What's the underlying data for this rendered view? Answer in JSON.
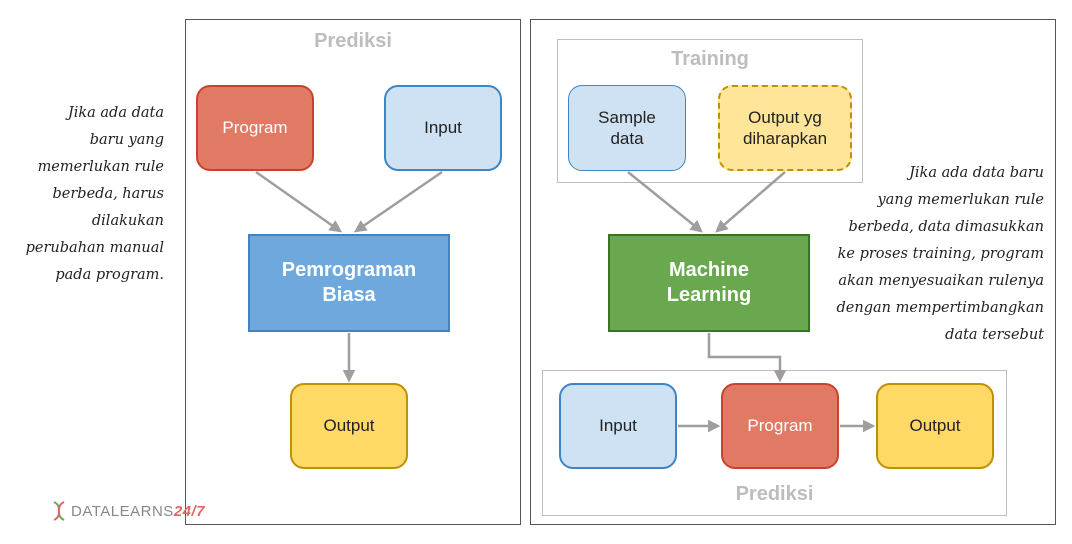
{
  "left_panel": {
    "title": "Prediksi",
    "program": "Program",
    "input": "Input",
    "center": [
      "Pemrograman",
      "Biasa"
    ],
    "output": "Output"
  },
  "right_panel": {
    "training": {
      "title": "Training",
      "sample": [
        "Sample",
        "data"
      ],
      "expected": [
        "Output yg",
        "diharapkan"
      ]
    },
    "center": [
      "Machine",
      "Learning"
    ],
    "prediction": {
      "title": "Prediksi",
      "input": "Input",
      "program": "Program",
      "output": "Output"
    }
  },
  "left_note": [
    "Jika ada data",
    "baru yang",
    "memerlukan rule",
    "berbeda, harus",
    "dilakukan",
    "perubahan manual",
    "pada program."
  ],
  "right_note": [
    "Jika ada data baru",
    "yang memerlukan rule",
    "berbeda, data dimasukkan",
    "ke proses training, program",
    "akan menyesuaikan rulenya",
    "dengan mempertimbangkan",
    "data tersebut"
  ],
  "logo": {
    "main": "DATALEARNS",
    "accent": "24/7"
  },
  "colors": {
    "program_red": "#e07a65",
    "input_blue": "#cfe2f3",
    "output_yellow": "#ffd966",
    "classic_blue": "#6fa8dc",
    "ml_green": "#6aa84f",
    "arrow_gray": "#9e9e9e"
  }
}
